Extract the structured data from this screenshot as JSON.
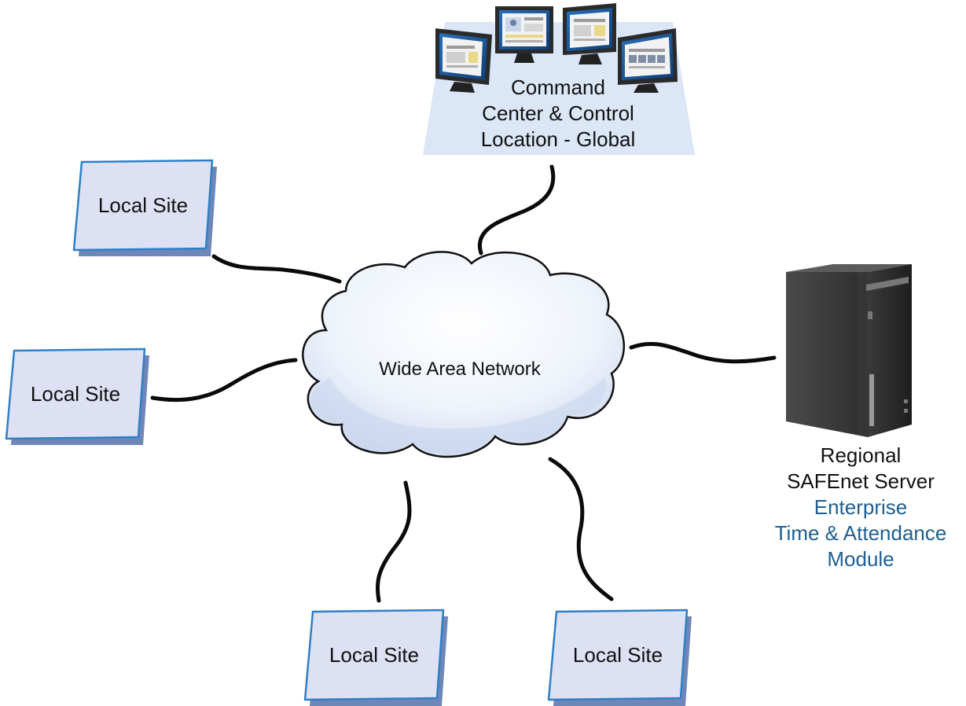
{
  "network": {
    "label": "Wide Area Network"
  },
  "command_center": {
    "lines": [
      "Command",
      "Center & Control",
      "Location - Global"
    ]
  },
  "server": {
    "title_lines": [
      "Regional",
      "SAFEnet Server"
    ],
    "module_lines": [
      "Enterprise",
      "Time & Attendance",
      "Module"
    ]
  },
  "local_sites": [
    {
      "label": "Local Site"
    },
    {
      "label": "Local Site"
    },
    {
      "label": "Local Site"
    },
    {
      "label": "Local Site"
    }
  ],
  "colors": {
    "module_text": "#1f5f91",
    "site_fill": "#dde1f3",
    "site_border": "#2f7fc7",
    "site_shadow": "#6f86b8",
    "platform": "#dbe6f6",
    "cable": "#0a0a0a"
  }
}
